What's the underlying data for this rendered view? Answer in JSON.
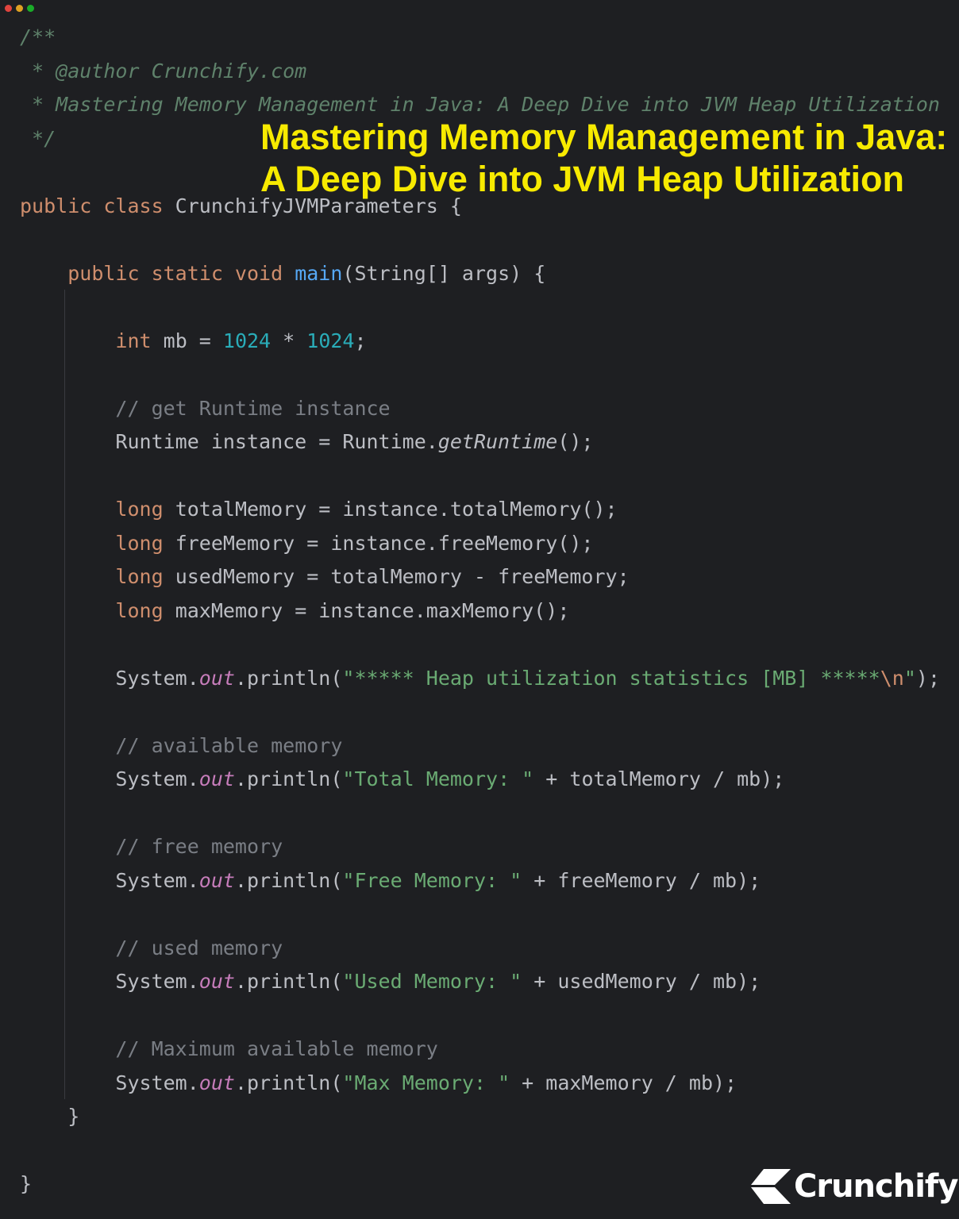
{
  "window": {
    "controls": [
      {
        "name": "close",
        "color": "#e0443e"
      },
      {
        "name": "minimize",
        "color": "#dea123"
      },
      {
        "name": "maximize",
        "color": "#1aac29"
      }
    ]
  },
  "title_overlay": {
    "line1": "Mastering Memory Management in Java:",
    "line2": "A Deep Dive into JVM Heap Utilization",
    "color": "#f7ea00"
  },
  "logo": {
    "text": "Crunchify",
    "icon": "crunchify-chevron-icon"
  },
  "colors": {
    "background": "#1e1f22",
    "text": "#bcbec4",
    "keyword": "#cf8e6d",
    "number": "#2aacb8",
    "string": "#6aab73",
    "comment": "#7a7e85",
    "doc": "#5f826b",
    "function": "#56a8f5",
    "field": "#c77dbb"
  },
  "code_lines": [
    [
      [
        "doc",
        "/**"
      ]
    ],
    [
      [
        "doc",
        " * @author Crunchify.com"
      ]
    ],
    [
      [
        "doc",
        " * Mastering Memory Management in Java: A Deep Dive into JVM Heap Utilization"
      ]
    ],
    [
      [
        "doc",
        " */"
      ]
    ],
    [],
    [
      [
        "kw",
        "public class "
      ],
      [
        "plain",
        "CrunchifyJVMParameters {"
      ]
    ],
    [],
    [
      [
        "plain",
        "    "
      ],
      [
        "kw",
        "public static void "
      ],
      [
        "fn",
        "main"
      ],
      [
        "plain",
        "(String[] args) {"
      ]
    ],
    [],
    [
      [
        "plain",
        "        "
      ],
      [
        "kw",
        "int "
      ],
      [
        "plain",
        "mb = "
      ],
      [
        "num",
        "1024"
      ],
      [
        "plain",
        " * "
      ],
      [
        "num",
        "1024"
      ],
      [
        "plain",
        ";"
      ]
    ],
    [],
    [
      [
        "plain",
        "        "
      ],
      [
        "com",
        "// get Runtime instance"
      ]
    ],
    [
      [
        "plain",
        "        Runtime instance = Runtime."
      ],
      [
        "ital",
        "getRuntime"
      ],
      [
        "plain",
        "();"
      ]
    ],
    [],
    [
      [
        "plain",
        "        "
      ],
      [
        "kw",
        "long "
      ],
      [
        "plain",
        "totalMemory = instance.totalMemory();"
      ]
    ],
    [
      [
        "plain",
        "        "
      ],
      [
        "kw",
        "long "
      ],
      [
        "plain",
        "freeMemory = instance.freeMemory();"
      ]
    ],
    [
      [
        "plain",
        "        "
      ],
      [
        "kw",
        "long "
      ],
      [
        "plain",
        "usedMemory = totalMemory - freeMemory;"
      ]
    ],
    [
      [
        "plain",
        "        "
      ],
      [
        "kw",
        "long "
      ],
      [
        "plain",
        "maxMemory = instance.maxMemory();"
      ]
    ],
    [],
    [
      [
        "plain",
        "        System."
      ],
      [
        "field",
        "out"
      ],
      [
        "plain",
        ".println("
      ],
      [
        "str",
        "\"***** Heap utilization statistics [MB] *****"
      ],
      [
        "kw",
        "\\n"
      ],
      [
        "str",
        "\""
      ],
      [
        "plain",
        ");"
      ]
    ],
    [],
    [
      [
        "plain",
        "        "
      ],
      [
        "com",
        "// available memory"
      ]
    ],
    [
      [
        "plain",
        "        System."
      ],
      [
        "field",
        "out"
      ],
      [
        "plain",
        ".println("
      ],
      [
        "str",
        "\"Total Memory: \""
      ],
      [
        "plain",
        " + totalMemory / mb);"
      ]
    ],
    [],
    [
      [
        "plain",
        "        "
      ],
      [
        "com",
        "// free memory"
      ]
    ],
    [
      [
        "plain",
        "        System."
      ],
      [
        "field",
        "out"
      ],
      [
        "plain",
        ".println("
      ],
      [
        "str",
        "\"Free Memory: \""
      ],
      [
        "plain",
        " + freeMemory / mb);"
      ]
    ],
    [],
    [
      [
        "plain",
        "        "
      ],
      [
        "com",
        "// used memory"
      ]
    ],
    [
      [
        "plain",
        "        System."
      ],
      [
        "field",
        "out"
      ],
      [
        "plain",
        ".println("
      ],
      [
        "str",
        "\"Used Memory: \""
      ],
      [
        "plain",
        " + usedMemory / mb);"
      ]
    ],
    [],
    [
      [
        "plain",
        "        "
      ],
      [
        "com",
        "// Maximum available memory"
      ]
    ],
    [
      [
        "plain",
        "        System."
      ],
      [
        "field",
        "out"
      ],
      [
        "plain",
        ".println("
      ],
      [
        "str",
        "\"Max Memory: \""
      ],
      [
        "plain",
        " + maxMemory / mb);"
      ]
    ],
    [
      [
        "plain",
        "    }"
      ]
    ],
    [],
    [
      [
        "plain",
        "}"
      ]
    ]
  ]
}
